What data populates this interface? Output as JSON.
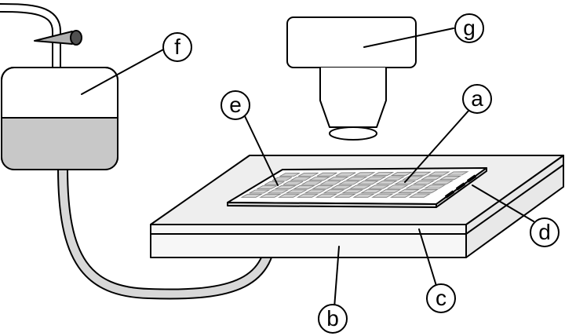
{
  "labels": {
    "a": "a",
    "b": "b",
    "c": "c",
    "d": "d",
    "e": "e",
    "f": "f",
    "g": "g"
  },
  "colors": {
    "line": "#000000",
    "background": "#ffffff",
    "stage_top": "#eeeeee",
    "stage_side": "#f7f7f7",
    "liquid": "#c8c8c8",
    "grid_cell": "#cfcfcf",
    "tube": "#d8d8d8"
  }
}
